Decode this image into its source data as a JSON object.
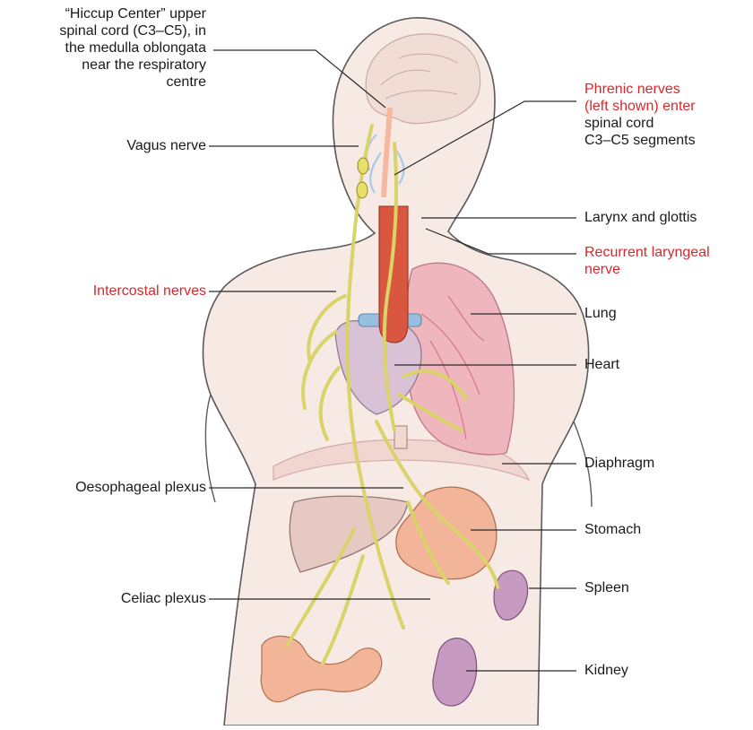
{
  "labels": {
    "hiccup_center": [
      "“Hiccup Center” upper",
      "spinal cord (C3–C5), in",
      "the medulla oblongata",
      "near the respiratory",
      "centre"
    ],
    "vagus_nerve": "Vagus nerve",
    "intercostal_nerves": "Intercostal nerves",
    "oesophageal_plexus": "Oesophageal plexus",
    "celiac_plexus": "Celiac plexus",
    "phrenic_nerves_red": [
      "Phrenic nerves",
      "(left shown) enter"
    ],
    "phrenic_nerves_black": [
      "spinal cord",
      "C3–C5 segments"
    ],
    "larynx": "Larynx and glottis",
    "recurrent_laryngeal": [
      "Recurrent laryngeal",
      "nerve"
    ],
    "lung": "Lung",
    "heart": "Heart",
    "diaphragm": "Diaphragm",
    "stomach": "Stomach",
    "spleen": "Spleen",
    "kidney": "Kidney"
  },
  "colors": {
    "nerve": "#d9d36a",
    "nerve_outline": "#8f8a2c",
    "skin": "#f7e9e3",
    "outline": "#5a5a5a",
    "lung": "#efb6bd",
    "trachea": "#d9573f",
    "stomach": "#f2b59a",
    "liver": "#e7c9c4",
    "kidney": "#c79ac2",
    "diaphragm": "#f1d5d0",
    "label_red": "#d8282c"
  }
}
